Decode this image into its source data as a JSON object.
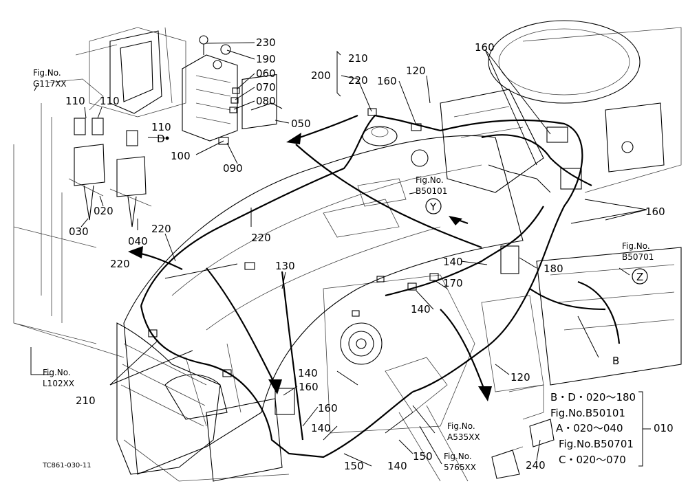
{
  "diagram_id": "TC861-030-11",
  "figrefs": [
    {
      "fig": "Fig.No.",
      "code": "G117XX"
    },
    {
      "fig": "Fig.No.",
      "code": "B50101"
    },
    {
      "fig": "Fig.No.",
      "code": "B50701"
    },
    {
      "fig": "Fig.No.",
      "code": "L102XX"
    },
    {
      "fig": "Fig.No.",
      "code": "A535XX"
    },
    {
      "fig": "Fig.No.",
      "code": "5765XX"
    }
  ],
  "markers": {
    "y": "Y",
    "z": "Z",
    "b": "B",
    "d": "D"
  },
  "parts": {
    "p230": "230",
    "p190": "190",
    "p060": "060",
    "p070": "070",
    "p080": "080",
    "p050": "050",
    "p090": "090",
    "p100": "100",
    "p110a": "110",
    "p110b": "110",
    "p110c": "110",
    "p020": "020",
    "p030": "030",
    "p040": "040",
    "p200": "200",
    "p210top": "210",
    "p220top": "220",
    "p160a": "160",
    "p120a": "120",
    "p160b": "160",
    "p160c": "160",
    "p220a": "220",
    "p220b": "220",
    "p220c": "220",
    "p130": "130",
    "p140a": "140",
    "p140b": "140",
    "p170": "170",
    "p180": "180",
    "p210a": "210",
    "p140c": "140",
    "p160d": "160",
    "p160e": "160",
    "p140d": "140",
    "p150a": "150",
    "p140e": "140",
    "p150b": "150",
    "p120b": "120",
    "p240": "240"
  },
  "legend": {
    "line1": "B・D・020～180",
    "line2": "Fig.No.B50101",
    "line3": "A・020～040",
    "line3b": "010",
    "line4": "Fig.No.B50701",
    "line5": "C・020～070"
  }
}
